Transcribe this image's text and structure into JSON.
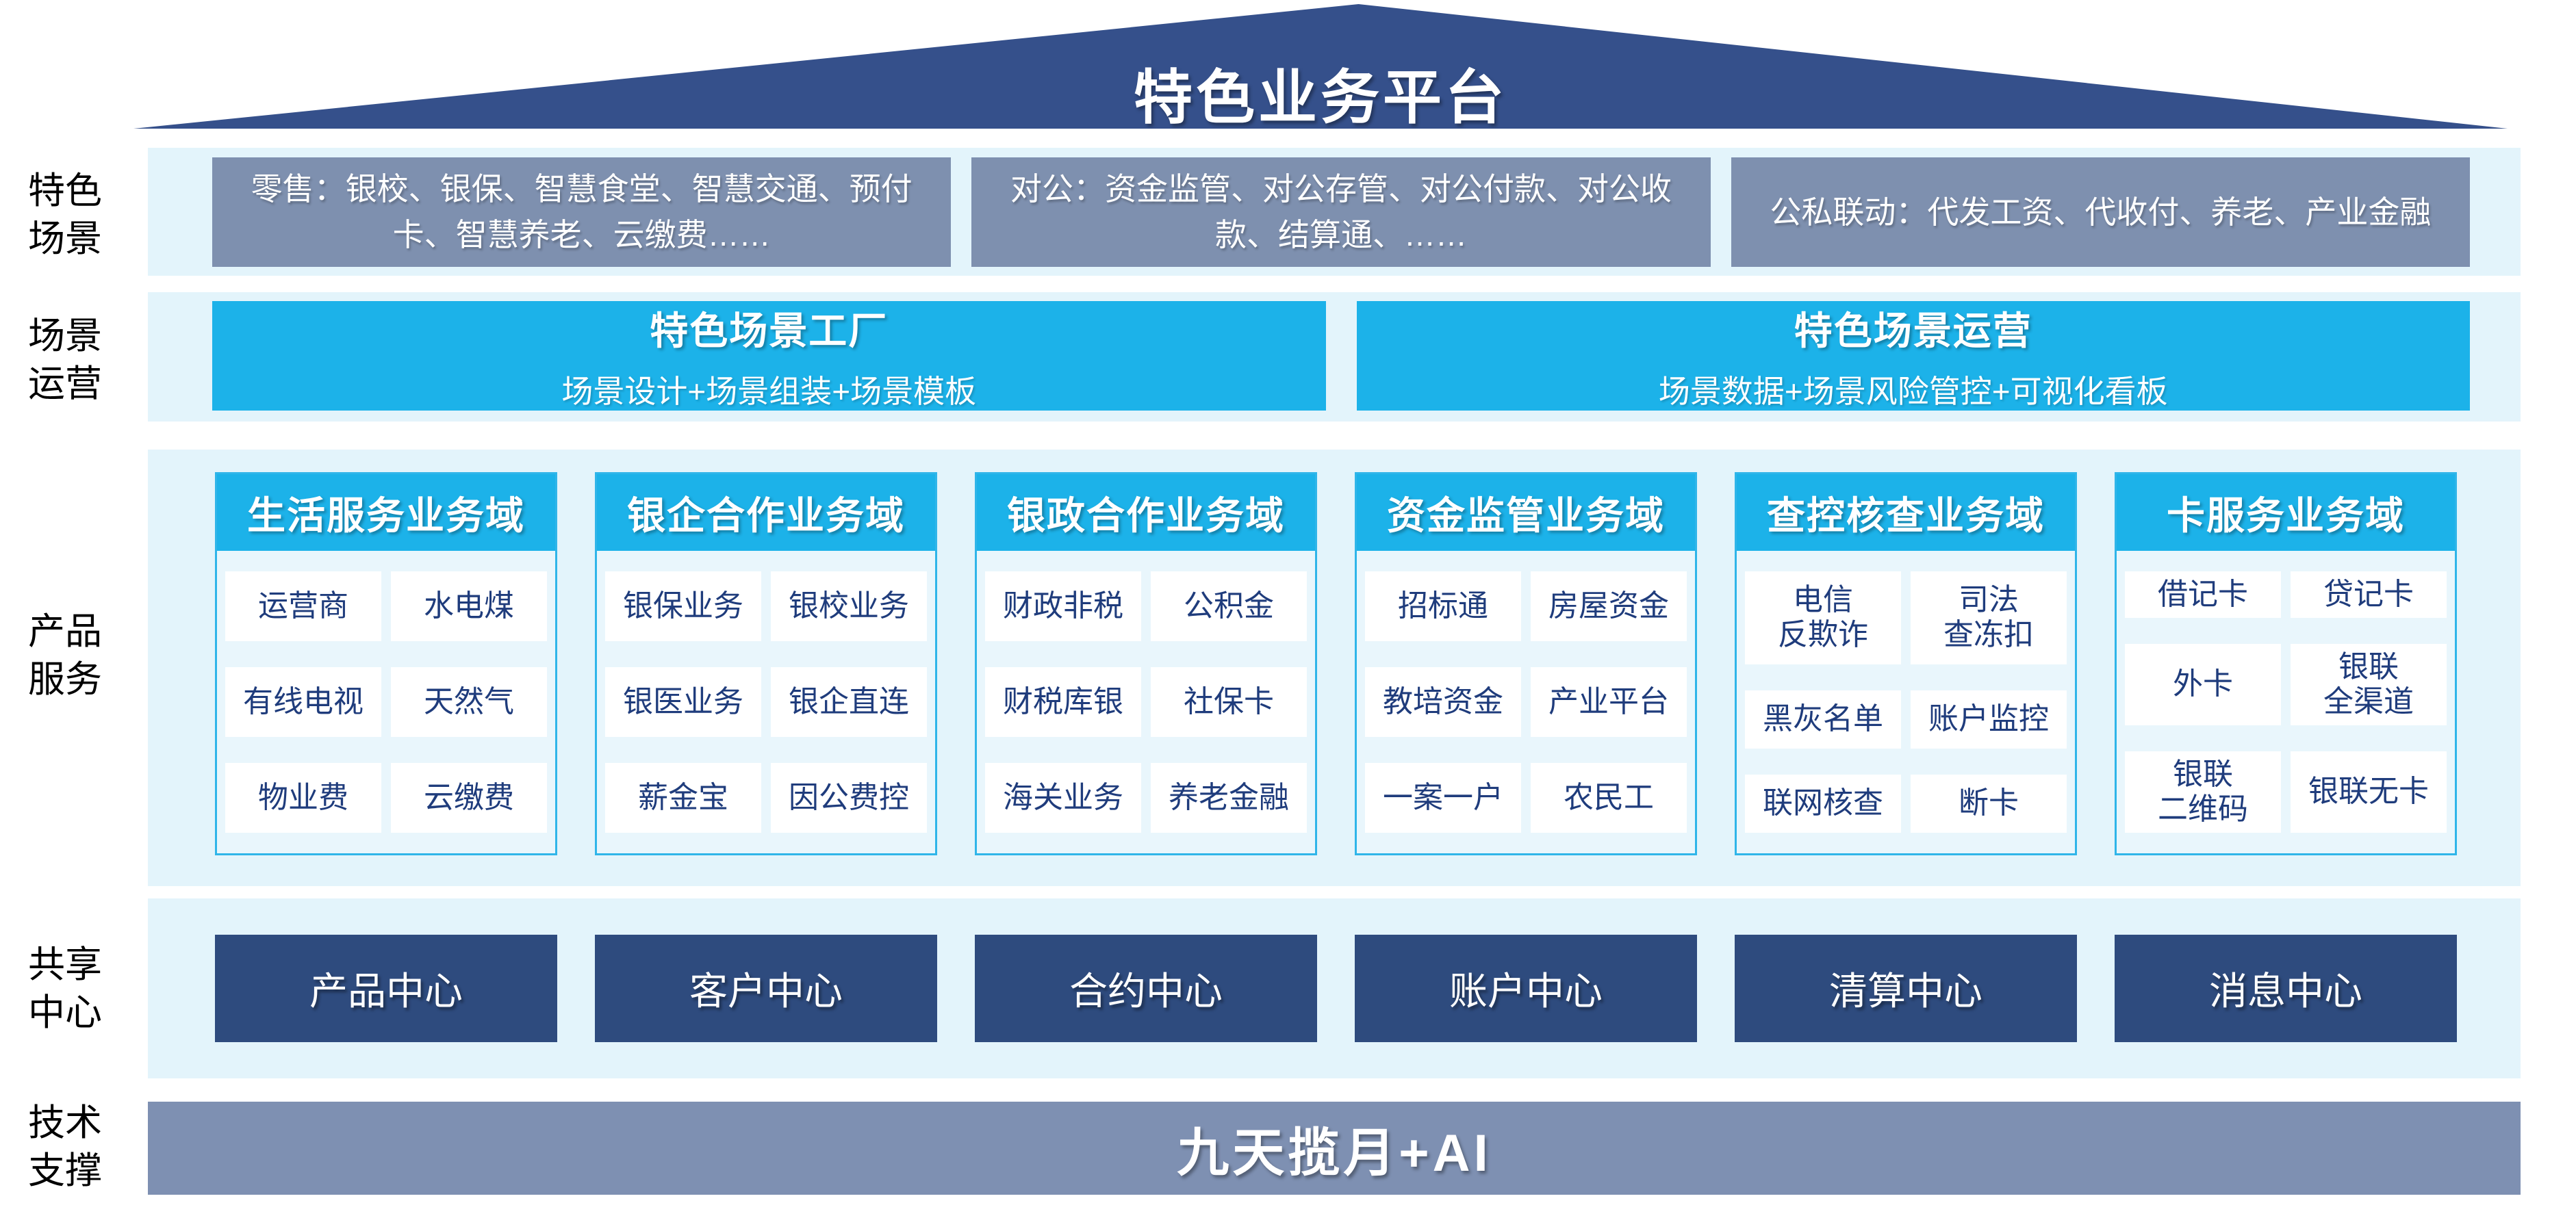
{
  "roof": {
    "title": "特色业务平台"
  },
  "side_labels": [
    "特色\n场景",
    "场景\n运营",
    "产品\n服务",
    "共享\n中心",
    "技术\n支撑"
  ],
  "scenario_row": {
    "boxes": [
      "零售：银校、银保、智慧食堂、智慧交通、预付卡、智慧养老、云缴费……",
      "对公：资金监管、对公存管、对公付款、对公收款、结算通、……",
      "公私联动：代发工资、代收付、养老、产业金融"
    ]
  },
  "operation_row": {
    "boxes": [
      {
        "title": "特色场景工厂",
        "subtitle": "场景设计+场景组装+场景模板"
      },
      {
        "title": "特色场景运营",
        "subtitle": "场景数据+场景风险管控+可视化看板"
      }
    ]
  },
  "product_row": {
    "columns": [
      {
        "header": "生活服务业务域",
        "cells": [
          "运营商",
          "水电煤",
          "有线电视",
          "天然气",
          "物业费",
          "云缴费"
        ]
      },
      {
        "header": "银企合作业务域",
        "cells": [
          "银保业务",
          "银校业务",
          "银医业务",
          "银企直连",
          "薪金宝",
          "因公费控"
        ]
      },
      {
        "header": "银政合作业务域",
        "cells": [
          "财政非税",
          "公积金",
          "财税库银",
          "社保卡",
          "海关业务",
          "养老金融"
        ]
      },
      {
        "header": "资金监管业务域",
        "cells": [
          "招标通",
          "房屋资金",
          "教培资金",
          "产业平台",
          "一案一户",
          "农民工"
        ]
      },
      {
        "header": "查控核查业务域",
        "cells": [
          "电信\n反欺诈",
          "司法\n查冻扣",
          "黑灰名单",
          "账户监控",
          "联网核查",
          "断卡"
        ]
      },
      {
        "header": "卡服务业务域",
        "cells": [
          "借记卡",
          "贷记卡",
          "外卡",
          "银联\n全渠道",
          "银联\n二维码",
          "银联无卡"
        ]
      }
    ]
  },
  "shared_row": {
    "boxes": [
      "产品中心",
      "客户中心",
      "合约中心",
      "账户中心",
      "清算中心",
      "消息中心"
    ]
  },
  "tech_row": {
    "label": "九天揽月+AI"
  },
  "colors": {
    "roof_navy": "#35508B",
    "scenario_gray_blue": "#7E90AF",
    "band_light_blue": "#E3F4FB",
    "accent_cyan": "#1CB2E9",
    "column_border_cyan": "#2FB5E9",
    "cell_text_navy": "#1F3C7C",
    "center_box_navy": "#2E4B7E",
    "tech_gray_blue": "#7E90B2"
  }
}
